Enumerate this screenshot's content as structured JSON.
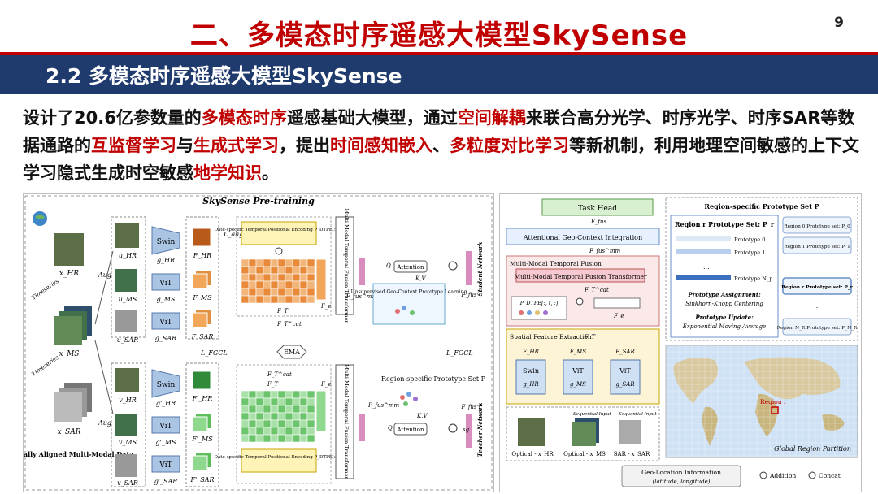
{
  "header": {
    "title": "二、多模态时序遥感大模型SkySense",
    "page_number": "9",
    "subtitle": "2.2 多模态时序遥感大模型SkySense"
  },
  "body": {
    "segments": [
      {
        "text": "设计了20.6亿参数量的",
        "hl": false
      },
      {
        "text": "多模态时序",
        "hl": true
      },
      {
        "text": "遥感基础大模型，通过",
        "hl": false
      },
      {
        "text": "空间解耦",
        "hl": true
      },
      {
        "text": "来联合高分光学、时序光学、时序SAR等数据通路的",
        "hl": false
      },
      {
        "text": "互监督学习",
        "hl": true
      },
      {
        "text": "与",
        "hl": false
      },
      {
        "text": "生成式学习",
        "hl": true
      },
      {
        "text": "，提出",
        "hl": false
      },
      {
        "text": "时间感知嵌入",
        "hl": true
      },
      {
        "text": "、",
        "hl": false
      },
      {
        "text": "多粒度对比学习",
        "hl": true
      },
      {
        "text": "等新机制，利用地理空间敏感的上下文学习隐式生成时空敏感",
        "hl": false
      },
      {
        "text": "地学知识",
        "hl": true
      },
      {
        "text": "。",
        "hl": false
      }
    ]
  },
  "figure_left": {
    "title": "SkySense Pre-training",
    "aug": "Aug",
    "inputs": [
      "x_HR",
      "x_MS",
      "x_SAR"
    ],
    "time_label": "Timeseries",
    "data_label": "Spatially Aligned Multi-Modal Data",
    "top_views": [
      "u_HR",
      "u_MS",
      "u_SAR"
    ],
    "bottom_views": [
      "v_HR",
      "v_MS",
      "v_SAR"
    ],
    "encoders": [
      "Swin",
      "ViT",
      "ViT"
    ],
    "top_g": [
      "g_HR",
      "g_MS",
      "g_SAR"
    ],
    "bottom_g": [
      "g'_HR",
      "g'_MS",
      "g'_SAR"
    ],
    "top_f": [
      "F_HR",
      "F_MS",
      "F_SAR"
    ],
    "bottom_f": [
      "F'_HR",
      "F'_MS",
      "F'_SAR"
    ],
    "l_align": "L_align",
    "l_fgcl": "L_FGCL",
    "ema": "EMA",
    "dtpe": "Date-specific Temporal Positional Encoding P_DTPE[:, t:]",
    "f_t": "F_T",
    "f_cat": "F_T^cat",
    "f_e": "F_e",
    "mmtf": "Multi-Modal Temporal Fusion Transformer",
    "f_fus_mm": "F_fus^mm",
    "attention": "Attention",
    "q": "Q",
    "kv": "K,V",
    "ugcl": "Unsupervised Geo-Context Prototype Learning",
    "f_fus": "F_fus",
    "student": "Student Network",
    "teacher": "Teacher Network",
    "rsp": "Region-specific Prototype Set P",
    "sg": "sg"
  },
  "figure_right": {
    "task_head": "Task Head",
    "f_fus": "F_fus",
    "agci": "Attentional Geo-Context Integration",
    "f_fus_mm": "F_fus^mm",
    "mmtf_section": "Multi-Modal Temporal Fusion",
    "mmtf": "Multi-Modal Temporal Fusion Transformer",
    "f_cat": "F_T^cat",
    "p_dtpe": "P_DTPE[:, t, :]",
    "f_e": "F_e",
    "sfe": "Spatial Feature Extraction",
    "f_t": "F_T",
    "branches": [
      {
        "f": "F_HR",
        "enc": "Swin",
        "g": "g_HR"
      },
      {
        "f": "F_MS",
        "enc": "ViT",
        "g": "g_MS"
      },
      {
        "f": "F_SAR",
        "enc": "ViT",
        "g": "g_SAR"
      }
    ],
    "seq_input": "Sequential Input",
    "inputs": [
      "Optical - x_HR",
      "Optical - x_MS",
      "SAR - x_SAR"
    ],
    "geo_info": "Geo-Location Information (latitude, longitude)",
    "legend_add": "Addition",
    "legend_concat": "Concat",
    "rps_title": "Region-specific Prototype Set P",
    "rps_sub": "Region r Prototype Set: P_r",
    "prototypes": [
      "Prototype 0",
      "Prototype 1",
      "...",
      "Prototype N_p"
    ],
    "assign_title": "Prototype Assignment:",
    "assign_desc": "Sinkhorn-Knopp Centering",
    "update_title": "Prototype Update:",
    "update_desc": "Exponential Moving Average",
    "regions": [
      "Region 0 Prototype set: P_0",
      "Region 1 Prototype set: P_1",
      "...",
      "Region r Prototype set: P_r",
      "...",
      "Region N_R Prototype set: P_N_R"
    ],
    "region_r": "Region r",
    "partition": "Global Region Partition"
  }
}
